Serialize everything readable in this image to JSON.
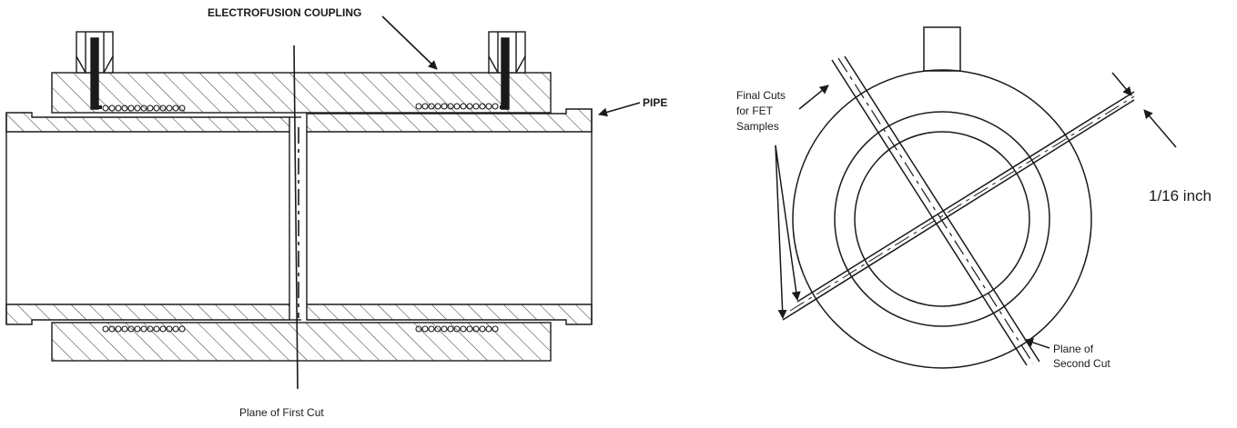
{
  "labels": {
    "electrofusion_coupling": "ELECTROFUSION COUPLING",
    "pipe": "PIPE",
    "plane_first_cut": "Plane of First Cut",
    "final_cuts_line1": "Final Cuts",
    "final_cuts_line2": "for FET",
    "final_cuts_line3": "Samples",
    "dimension": "1/16  inch",
    "plane_second_cut_line1": "Plane of",
    "plane_second_cut_line2": "Second Cut"
  },
  "colors": {
    "ink": "#1a1a1a",
    "background": "#ffffff"
  }
}
